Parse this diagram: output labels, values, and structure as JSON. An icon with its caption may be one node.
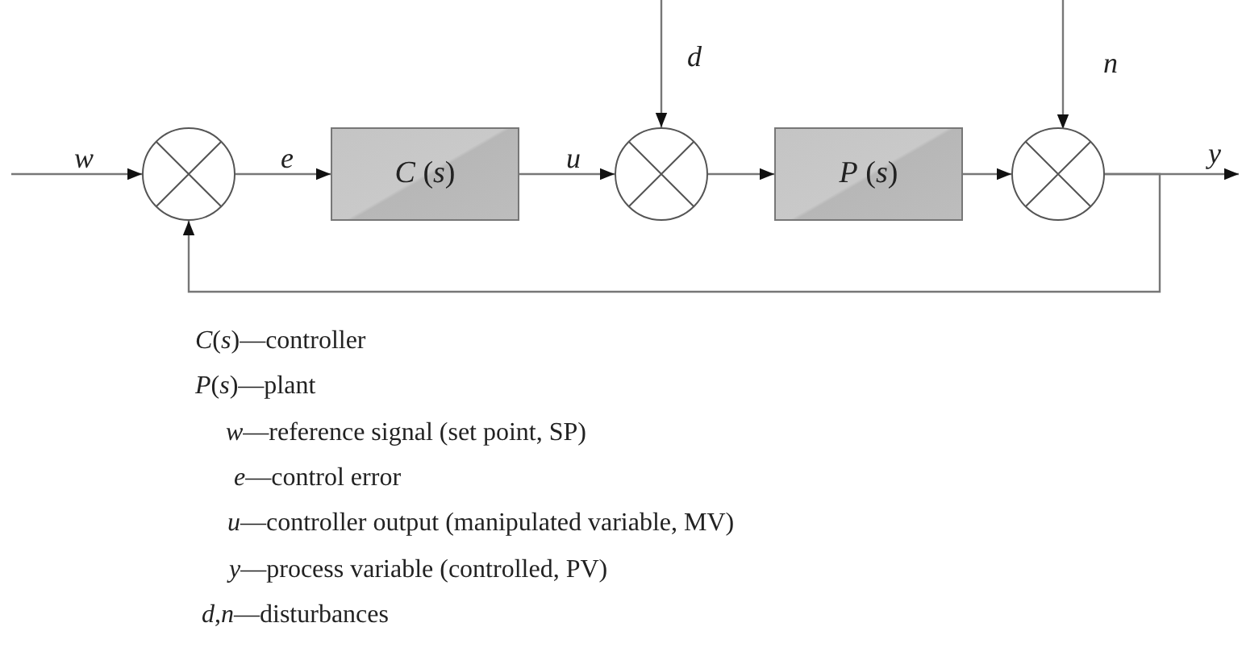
{
  "diagram": {
    "nodes": [
      {
        "text": [],
        "shape": "circle"
      },
      {
        "text": [
          "*C* (*s*)"
        ]
      },
      {
        "text": [],
        "shape": "circle"
      },
      {
        "text": [
          "*P* (*s*)"
        ]
      },
      {
        "text": [],
        "shape": "circle"
      }
    ],
    "edges": [
      {
        "from": null,
        "to": 0,
        "arrow": "to",
        "label": "w"
      },
      {
        "from": 0,
        "to": 1,
        "arrow": "to",
        "label": "e"
      },
      {
        "from": 1,
        "to": 2,
        "arrow": "to",
        "label": "u"
      },
      {
        "from": null,
        "to": 2,
        "arrow": "to",
        "label": "d"
      },
      {
        "from": 2,
        "to": 3,
        "arrow": "to"
      },
      {
        "from": 3,
        "to": 4,
        "arrow": "to"
      },
      {
        "from": null,
        "to": 4,
        "arrow": "to",
        "label": "n"
      },
      {
        "from": 4,
        "to": null,
        "arrow": "to",
        "label": "y"
      },
      {
        "from": 4,
        "to": 0,
        "arrow": "to"
      }
    ],
    "labels": [
      "*C*(*s*)—controller",
      "*P*(*s*)—plant",
      "*w*—reference signal (set point, SP)",
      "*e*—control error",
      "*u*—controller output (manipulated variable, MV)",
      "*y*—process variable (controlled, PV)",
      "*d*,*n*—disturbances"
    ]
  }
}
